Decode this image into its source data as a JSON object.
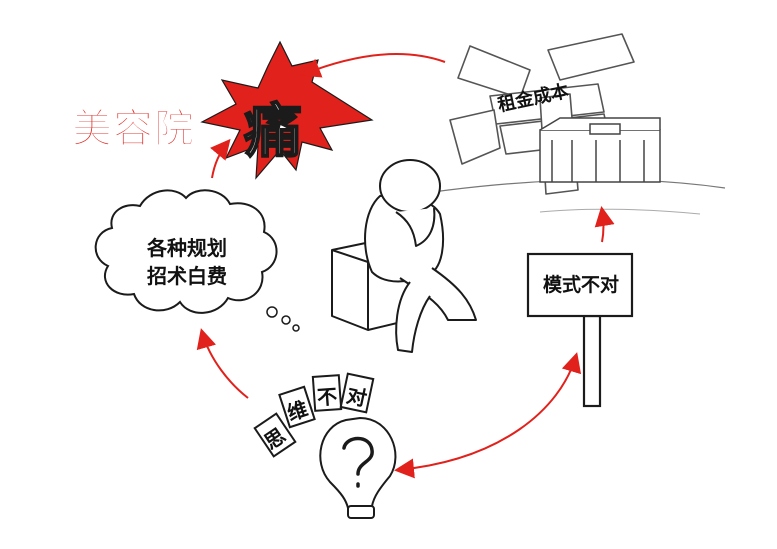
{
  "title_left": "美容院",
  "pain_char": "痛",
  "cloud": {
    "line1": "各种规划",
    "line2": "招术白费"
  },
  "money_sign_label": "租金成本",
  "sign_label": "模式不对",
  "arc_chars": [
    "思",
    "维",
    "不",
    "对"
  ],
  "colors": {
    "accent_red": "#e1211b",
    "stroke": "#1b1b1b"
  }
}
